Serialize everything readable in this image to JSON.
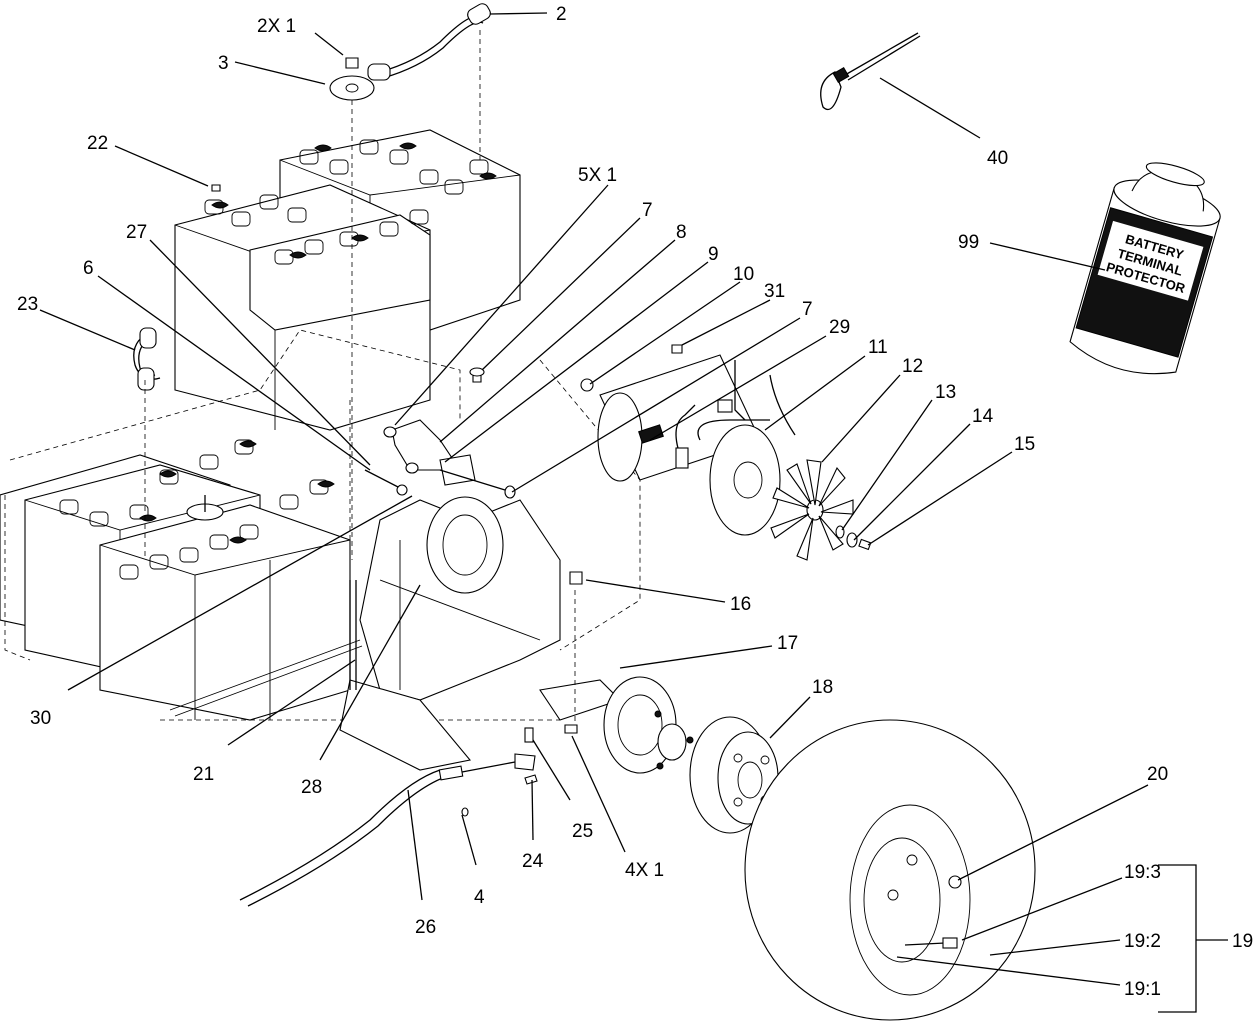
{
  "callouts": {
    "c_2x1": "2X  1",
    "c_2": "2",
    "c_3": "3",
    "c_22": "22",
    "c_27": "27",
    "c_6": "6",
    "c_23": "23",
    "c_5x1": "5X  1",
    "c_7a": "7",
    "c_8": "8",
    "c_9": "9",
    "c_10": "10",
    "c_31": "31",
    "c_7b": "7",
    "c_29": "29",
    "c_11": "11",
    "c_12": "12",
    "c_13": "13",
    "c_14": "14",
    "c_15": "15",
    "c_16": "16",
    "c_17": "17",
    "c_18": "18",
    "c_20": "20",
    "c_19_3": "19:3",
    "c_19_2": "19:2",
    "c_19": "19",
    "c_19_1": "19:1",
    "c_30": "30",
    "c_21": "21",
    "c_28": "28",
    "c_26": "26",
    "c_4": "4",
    "c_24": "24",
    "c_25": "25",
    "c_4x1": "4X  1",
    "c_40": "40",
    "c_99": "99"
  },
  "can_label": {
    "line1": "BATTERY",
    "line2": "TERMINAL",
    "line3": "PROTECTOR"
  },
  "icons": {
    "battery": "battery-icon",
    "motor": "motor-icon",
    "fan": "fan-icon",
    "wheel": "wheel-icon",
    "spray_can": "spray-can-icon",
    "cable_tie": "cable-tie-icon"
  }
}
